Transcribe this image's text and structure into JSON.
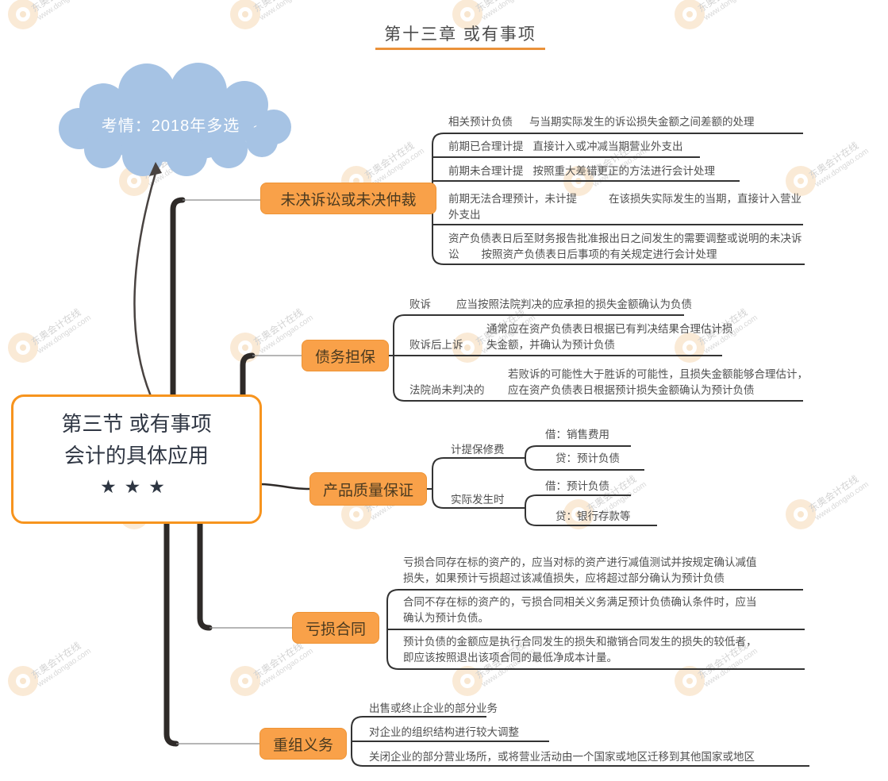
{
  "colors": {
    "accent_orange": "#f9a149",
    "root_border": "#f7941e",
    "trunk": "#2e2a28",
    "underline": "#333333",
    "cloud_blue": "#a6c3e4",
    "title_underline": "#ea923a"
  },
  "watermark": {
    "line1": "东奥会计在线",
    "line2": "www.dongao.com"
  },
  "page_title": "第十三章 或有事项",
  "cloud": {
    "label": "考情：2018年多选"
  },
  "root": {
    "line1": "第三节 或有事项",
    "line2": "会计的具体应用",
    "stars": "★★★"
  },
  "branches": [
    {
      "label": "未决诉讼或未决仲裁",
      "children": [
        {
          "label": "相关预计负债",
          "desc": "与当期实际发生的诉讼损失金额之间差额的处理"
        },
        {
          "label": "前期已合理计提",
          "desc": "直接计入或冲减当期营业外支出"
        },
        {
          "label": "前期未合理计提",
          "desc": "按照重大差错更正的方法进行会计处理"
        },
        {
          "label": "前期无法合理预计，未计提",
          "desc": "在该损失实际发生的当期，直接计入营业外支出"
        },
        {
          "label": "资产负债表日后至财务报告批准报出日之间发生的需要调整或说明的未决诉讼",
          "desc": "按照资产负债表日后事项的有关规定进行会计处理"
        }
      ]
    },
    {
      "label": "债务担保",
      "children": [
        {
          "label": "败诉",
          "desc": "应当按照法院判决的应承担的损失金额确认为负债"
        },
        {
          "label": "败诉后上诉",
          "desc": "通常应在资产负债表日根据已有判决结果合理估计损失金额，并确认为预计负债"
        },
        {
          "label": "法院尚未判决的",
          "desc": "若败诉的可能性大于胜诉的可能性，且损失金额能够合理估计，应在资产负债表日根据预计损失金额确认为预计负债"
        }
      ]
    },
    {
      "label": "产品质量保证",
      "children": [
        {
          "label": "计提保修费",
          "entries": [
            "借：销售费用",
            "贷：预计负债"
          ]
        },
        {
          "label": "实际发生时",
          "entries": [
            "借：预计负债",
            "贷：银行存款等"
          ]
        }
      ]
    },
    {
      "label": "亏损合同",
      "children": [
        {
          "text": "亏损合同存在标的资产的，应当对标的资产进行减值测试并按规定确认减值损失，如果预计亏损超过该减值损失，应将超过部分确认为预计负债"
        },
        {
          "text": "合同不存在标的资产的，亏损合同相关义务满足预计负债确认条件时，应当确认为预计负债。"
        },
        {
          "text": "预计负债的金额应是执行合同发生的损失和撤销合同发生的损失的较低者，即应该按照退出该项合同的最低净成本计量。"
        }
      ]
    },
    {
      "label": "重组义务",
      "children": [
        {
          "text": "出售或终止企业的部分业务"
        },
        {
          "text": "对企业的组织结构进行较大调整"
        },
        {
          "text": "关闭企业的部分营业场所，或将营业活动由一个国家或地区迁移到其他国家或地区"
        }
      ]
    }
  ]
}
